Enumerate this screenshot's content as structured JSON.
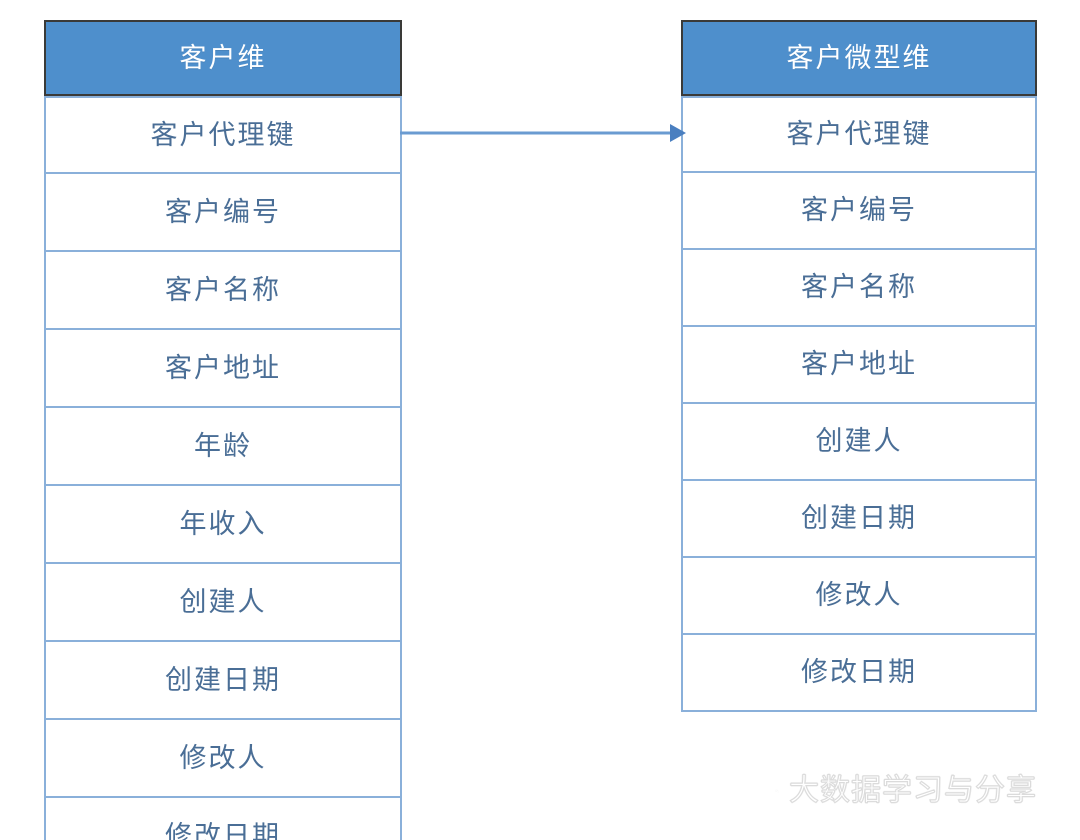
{
  "diagram": {
    "type": "entity-relationship",
    "background_color": "#ffffff",
    "palette": {
      "header_fill": "#4e8fcc",
      "header_border": "#3a3a38",
      "header_text": "#ffffff",
      "row_border": "#8ab0da",
      "row_fill": "#ffffff",
      "row_text": "#4a6e96",
      "connector": "#6a9bd1"
    },
    "tables": [
      {
        "id": "customer-dim",
        "title": "客户维",
        "rows": [
          "客户代理键",
          "客户编号",
          "客户名称",
          "客户地址",
          "年龄",
          "年收入",
          "创建人",
          "创建日期",
          "修改人",
          "修改日期"
        ]
      },
      {
        "id": "customer-mini-dim",
        "title": "客户微型维",
        "rows": [
          "客户代理键",
          "客户编号",
          "客户名称",
          "客户地址",
          "创建人",
          "创建日期",
          "修改人",
          "修改日期"
        ]
      }
    ],
    "connector": {
      "from_table": "customer-dim",
      "from_field": "客户代理键",
      "to_table": "customer-mini-dim",
      "to_field": "客户代理键",
      "style": "arrow",
      "direction": "left-to-right"
    }
  },
  "watermark": {
    "icon": "wechat-icon",
    "text": "大数据学习与分享"
  }
}
